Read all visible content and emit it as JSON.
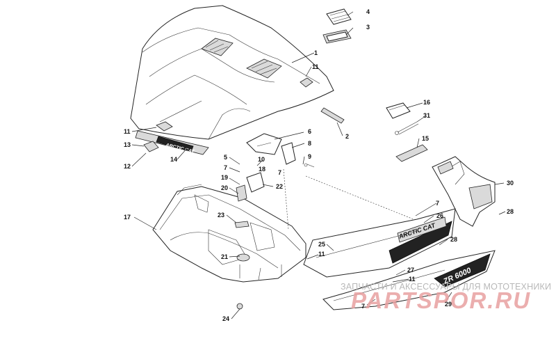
{
  "callouts": [
    {
      "num": "1"
    },
    {
      "num": "2"
    },
    {
      "num": "3"
    },
    {
      "num": "4"
    },
    {
      "num": "5"
    },
    {
      "num": "6"
    },
    {
      "num": "7"
    },
    {
      "num": "7"
    },
    {
      "num": "7"
    },
    {
      "num": "7"
    },
    {
      "num": "8"
    },
    {
      "num": "9"
    },
    {
      "num": "10"
    },
    {
      "num": "11"
    },
    {
      "num": "11"
    },
    {
      "num": "11"
    },
    {
      "num": "11"
    },
    {
      "num": "12"
    },
    {
      "num": "13"
    },
    {
      "num": "14"
    },
    {
      "num": "15"
    },
    {
      "num": "16"
    },
    {
      "num": "17"
    },
    {
      "num": "18"
    },
    {
      "num": "19"
    },
    {
      "num": "20"
    },
    {
      "num": "21"
    },
    {
      "num": "22"
    },
    {
      "num": "23"
    },
    {
      "num": "24"
    },
    {
      "num": "25"
    },
    {
      "num": "26"
    },
    {
      "num": "27"
    },
    {
      "num": "28"
    },
    {
      "num": "28"
    },
    {
      "num": "29"
    },
    {
      "num": "30"
    },
    {
      "num": "31"
    }
  ],
  "decals": {
    "hood_logo": "ARCTIC CAT",
    "side_logo": "ARCTIC CAT",
    "side_model": "ZR 6000"
  },
  "watermark": {
    "tagline": "ЗАПЧАСТИ И АКСЕССУАРЫ ДЛЯ МОТОТЕХНИКИ",
    "logo": "PARTSPOR.RU",
    "logo_color": "#e8a0a0"
  }
}
